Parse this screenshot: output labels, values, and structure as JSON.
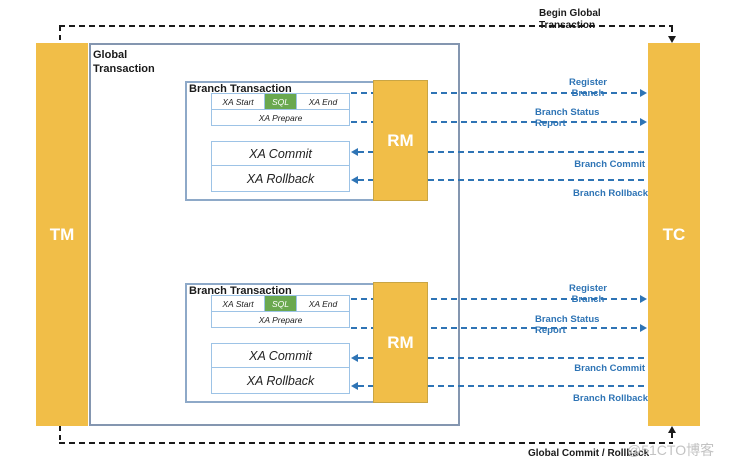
{
  "colors": {
    "node_yellow": "#F1BE48",
    "sql_green": "#6AA84F",
    "arrow_blue": "#2E74B5",
    "inner_box_border": "#9DC3E6",
    "container_border": "#8496B0",
    "flow_black": "#1a1a1a"
  },
  "nodes": {
    "tm": "TM",
    "tc": "TC"
  },
  "global_transaction": {
    "title": "Global Transaction"
  },
  "flows": {
    "begin_label": "Begin Global Transaction",
    "end_label": "Global Commit / Rollback"
  },
  "branches": [
    {
      "title": "Branch Transaction",
      "rm": "RM",
      "steps": {
        "xa_start": "XA Start",
        "sql": "SQL",
        "xa_end": "XA End",
        "xa_prepare": "XA Prepare",
        "xa_commit": "XA Commit",
        "xa_rollback": "XA Rollback"
      },
      "messages": {
        "register": "Register Branch",
        "status_report": "Branch Status Report",
        "commit": "Branch Commit",
        "rollback": "Branch Rollback"
      }
    },
    {
      "title": "Branch Transaction",
      "rm": "RM",
      "steps": {
        "xa_start": "XA Start",
        "sql": "SQL",
        "xa_end": "XA End",
        "xa_prepare": "XA Prepare",
        "xa_commit": "XA Commit",
        "xa_rollback": "XA Rollback"
      },
      "messages": {
        "register": "Register Branch",
        "status_report": "Branch Status Report",
        "commit": "Branch Commit",
        "rollback": "Branch Rollback"
      }
    }
  ],
  "watermark": "@51CTO博客"
}
